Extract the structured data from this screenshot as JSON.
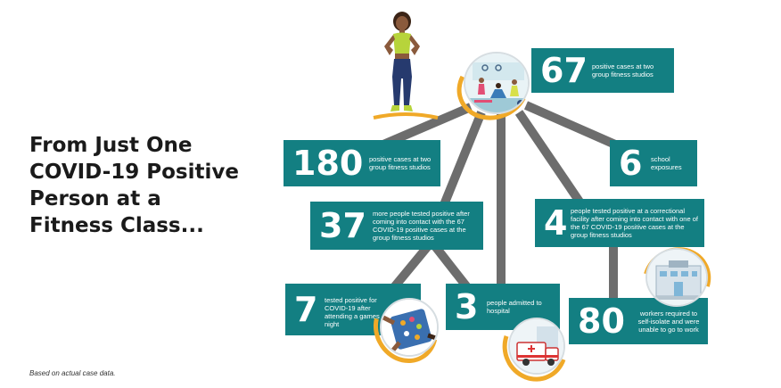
{
  "headline": {
    "line1": "From Just One",
    "line2": "COVID-19 Positive",
    "line3": "Person at a",
    "line4": "Fitness Class..."
  },
  "footnote": "Based on actual case data.",
  "boxes": {
    "b67": {
      "number": "67",
      "text": "positive cases at two group fitness studios"
    },
    "b180": {
      "number": "180",
      "text": "positive cases at two group fitness studios"
    },
    "b6": {
      "number": "6",
      "text": "school exposures"
    },
    "b37": {
      "number": "37",
      "text": "more people tested positive after coming into contact with the 67 COVID-19 positive cases at the group fitness studios"
    },
    "b4": {
      "number": "4",
      "text": "people tested positive at a correctional facility after coming into contact with one of the 67 COVID-19 positive cases at the group fitness studios"
    },
    "b7": {
      "number": "7",
      "text": "tested positive for COVID-19 after attending a games night"
    },
    "b3": {
      "number": "3",
      "text": "people admitted to hospital"
    },
    "b80": {
      "number": "80",
      "text": "workers required to self-isolate and were unable to go to work"
    }
  },
  "icons": {
    "woman": "standing-woman-illustration",
    "fitness": "fitness-class-icon",
    "games": "board-game-icon",
    "ambulance": "ambulance-icon",
    "building": "office-building-icon"
  },
  "colors": {
    "box": "#137f82",
    "connector": "#6d6d6d",
    "accent": "#f0a928",
    "text": "#1a1a1a"
  }
}
